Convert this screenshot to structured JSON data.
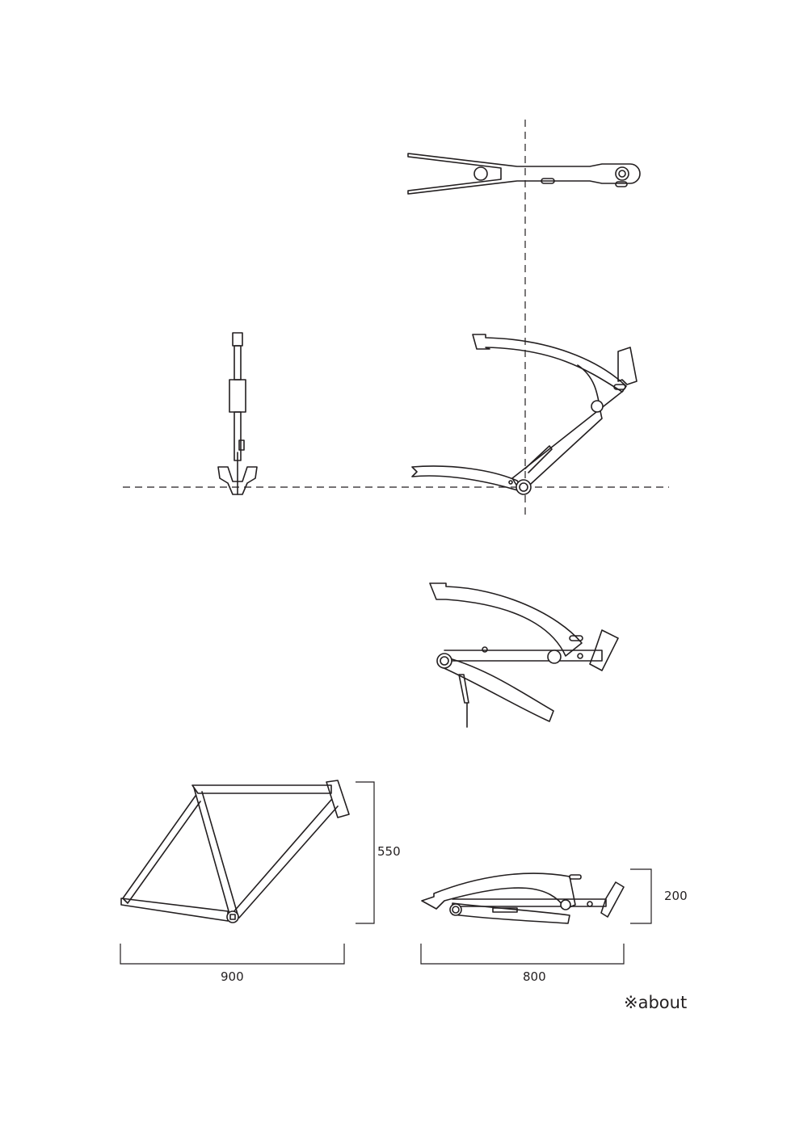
{
  "dimensions": {
    "unfolded_height": "550",
    "unfolded_length": "900",
    "folded_height": "200",
    "folded_length": "800"
  },
  "note": "※about"
}
